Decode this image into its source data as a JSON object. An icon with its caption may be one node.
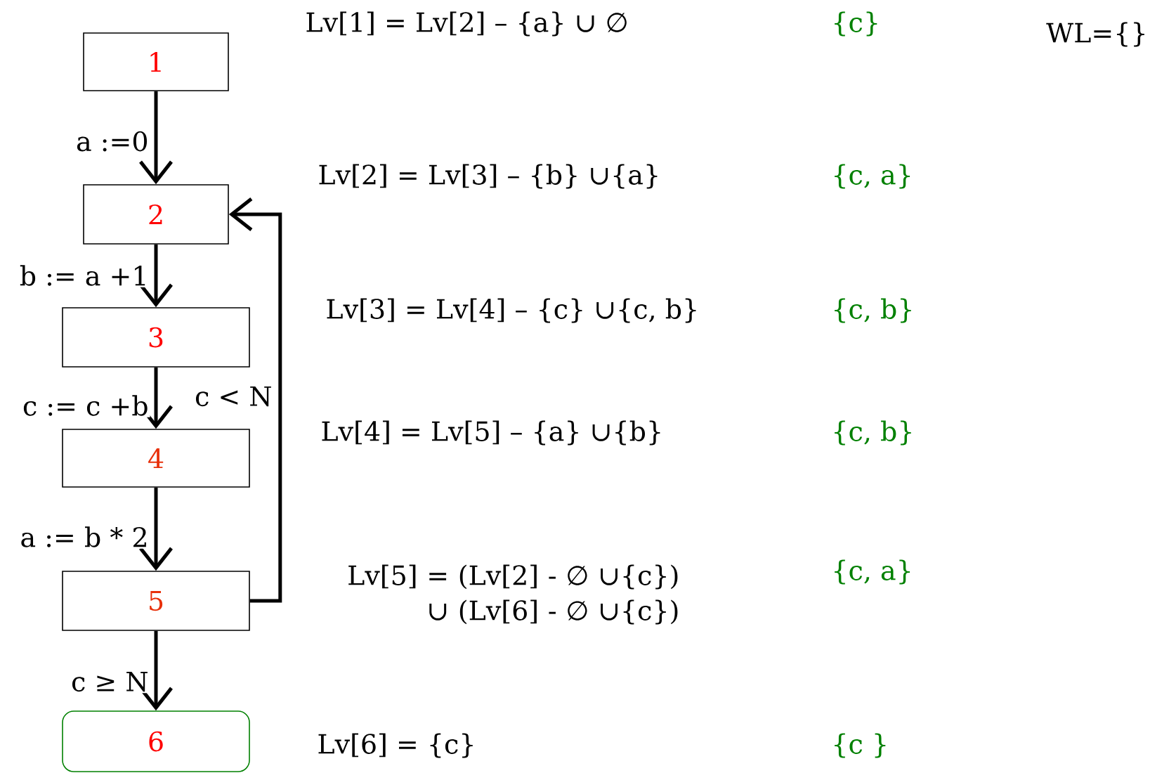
{
  "diagram": {
    "nodes": [
      {
        "text": [
          "1"
        ]
      },
      {
        "text": [
          "2"
        ]
      },
      {
        "text": [
          "3"
        ]
      },
      {
        "text": [
          "4"
        ]
      },
      {
        "text": [
          "5"
        ]
      },
      {
        "text": [
          "6"
        ]
      }
    ],
    "edges": [
      {
        "from": 0,
        "to": 1,
        "arrow": "to",
        "label": "a :=0"
      },
      {
        "from": 1,
        "to": 2,
        "arrow": "to",
        "label": "b := a +1"
      },
      {
        "from": 2,
        "to": 3,
        "arrow": "to",
        "label": "c := c +b"
      },
      {
        "from": 3,
        "to": 4,
        "arrow": "to",
        "label": "a := b * 2"
      },
      {
        "from": 4,
        "to": 5,
        "arrow": "to",
        "label": "c ≥ N"
      },
      {
        "from": 4,
        "to": 1,
        "arrow": "to",
        "label": "c < N"
      }
    ],
    "labels": [
      "Lv[1] = Lv[2] – {a} ∪ ∅",
      "{c}",
      "WL={}",
      "Lv[2] = Lv[3] – {b} ∪{a}",
      "{c, a}",
      "Lv[3] = Lv[4] – {c} ∪{c, b}",
      "{c, b}",
      "Lv[4] = Lv[5] – {a} ∪{b}",
      "{c, b}",
      "Lv[5] = (Lv[2] - ∅ ∪{c}) ∪ (Lv[6] - ∅ ∪{c})",
      "{c, a}",
      "Lv[6] = {c}",
      "{c }"
    ]
  }
}
